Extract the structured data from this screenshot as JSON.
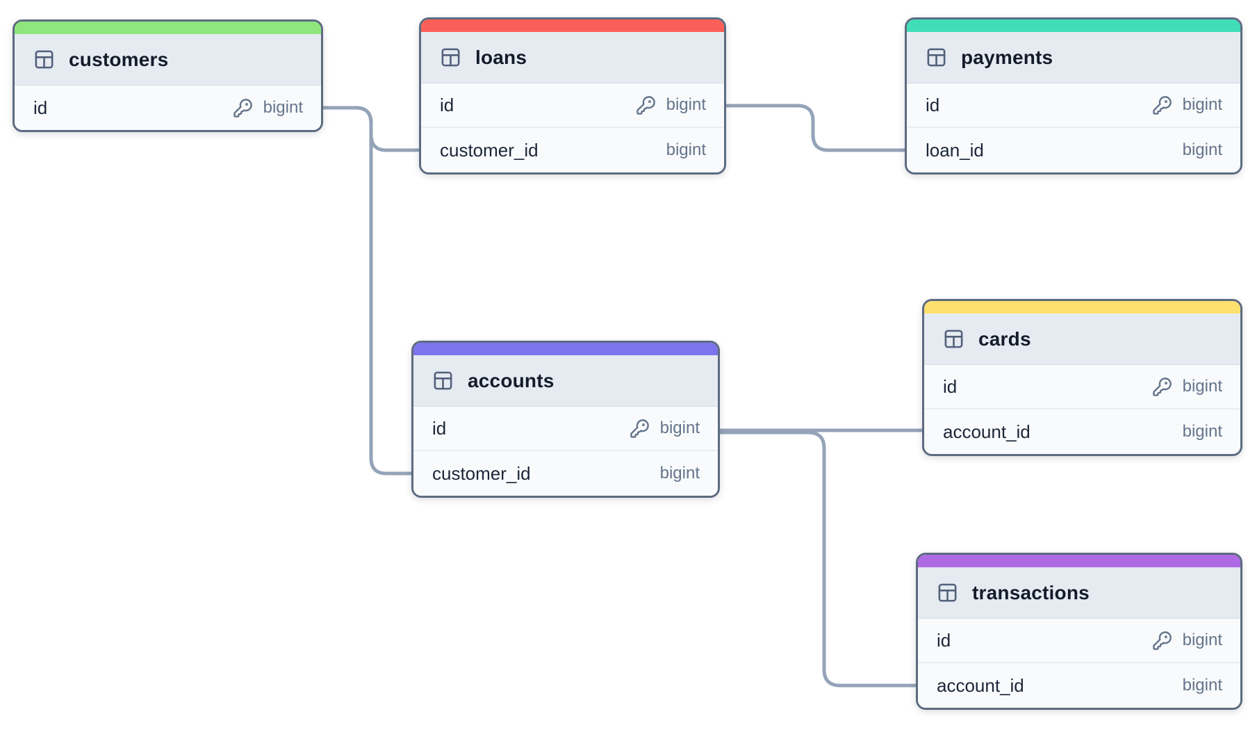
{
  "diagram": {
    "tables": [
      {
        "name": "customers",
        "accent_color": "#8ee67d",
        "fields": [
          {
            "name": "id",
            "type": "bigint",
            "primary_key": true
          }
        ]
      },
      {
        "name": "loans",
        "accent_color": "#fa6057",
        "fields": [
          {
            "name": "id",
            "type": "bigint",
            "primary_key": true
          },
          {
            "name": "customer_id",
            "type": "bigint",
            "primary_key": false
          }
        ]
      },
      {
        "name": "payments",
        "accent_color": "#40ddb9",
        "fields": [
          {
            "name": "id",
            "type": "bigint",
            "primary_key": true
          },
          {
            "name": "loan_id",
            "type": "bigint",
            "primary_key": false
          }
        ]
      },
      {
        "name": "accounts",
        "accent_color": "#7b74ec",
        "fields": [
          {
            "name": "id",
            "type": "bigint",
            "primary_key": true
          },
          {
            "name": "customer_id",
            "type": "bigint",
            "primary_key": false
          }
        ]
      },
      {
        "name": "cards",
        "accent_color": "#fee06e",
        "fields": [
          {
            "name": "id",
            "type": "bigint",
            "primary_key": true
          },
          {
            "name": "account_id",
            "type": "bigint",
            "primary_key": false
          }
        ]
      },
      {
        "name": "transactions",
        "accent_color": "#af69e5",
        "fields": [
          {
            "name": "id",
            "type": "bigint",
            "primary_key": true
          },
          {
            "name": "account_id",
            "type": "bigint",
            "primary_key": false
          }
        ]
      }
    ],
    "relationships": [
      {
        "from": "customers.id",
        "to": "loans.customer_id"
      },
      {
        "from": "customers.id",
        "to": "accounts.customer_id"
      },
      {
        "from": "loans.id",
        "to": "payments.loan_id"
      },
      {
        "from": "accounts.id",
        "to": "cards.account_id"
      },
      {
        "from": "accounts.id",
        "to": "transactions.account_id"
      }
    ],
    "colors": {
      "connector": "#94a3b8",
      "node_border": "#5c6b80",
      "header_bg": "#e6eaf1",
      "row_bg": "#f8fafc",
      "canvas_bg": "#ffffff"
    }
  }
}
